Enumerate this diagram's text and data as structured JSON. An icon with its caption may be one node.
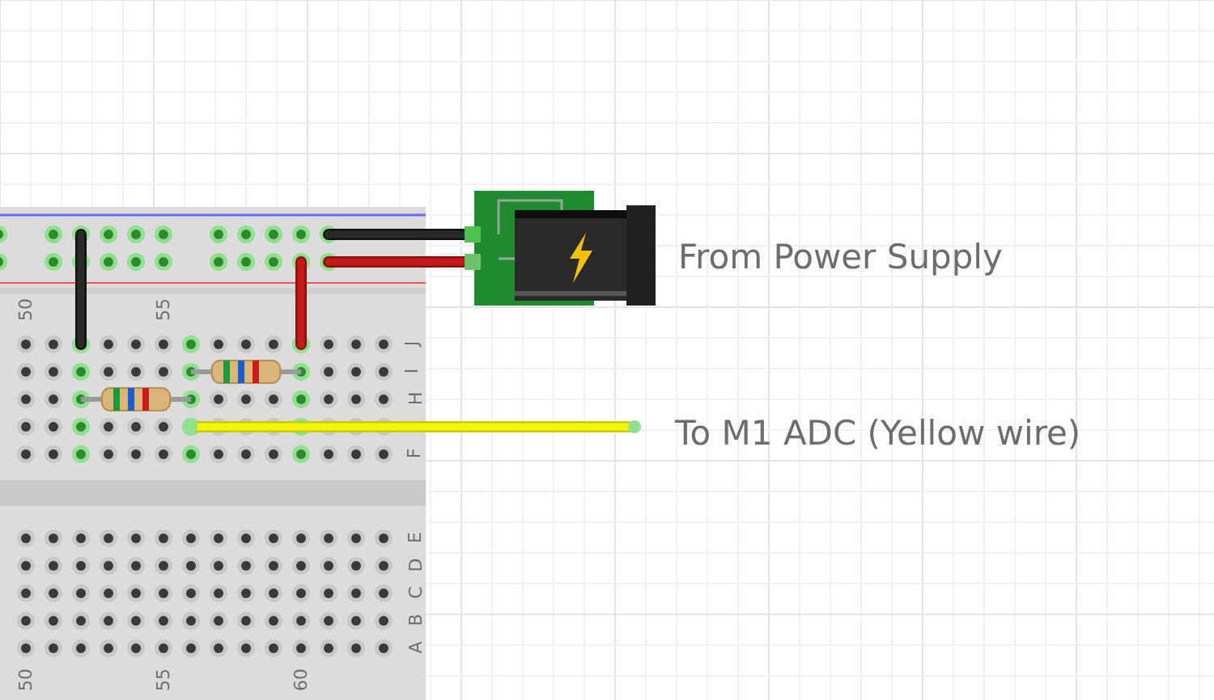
{
  "diagram": {
    "labels": [
      "From Power Supply",
      "To M1 ADC (Yellow wire)",
      "50",
      "55",
      "J",
      "I",
      "H",
      "F",
      "E",
      "D",
      "C",
      "B",
      "A",
      "50",
      "55",
      "60"
    ]
  }
}
